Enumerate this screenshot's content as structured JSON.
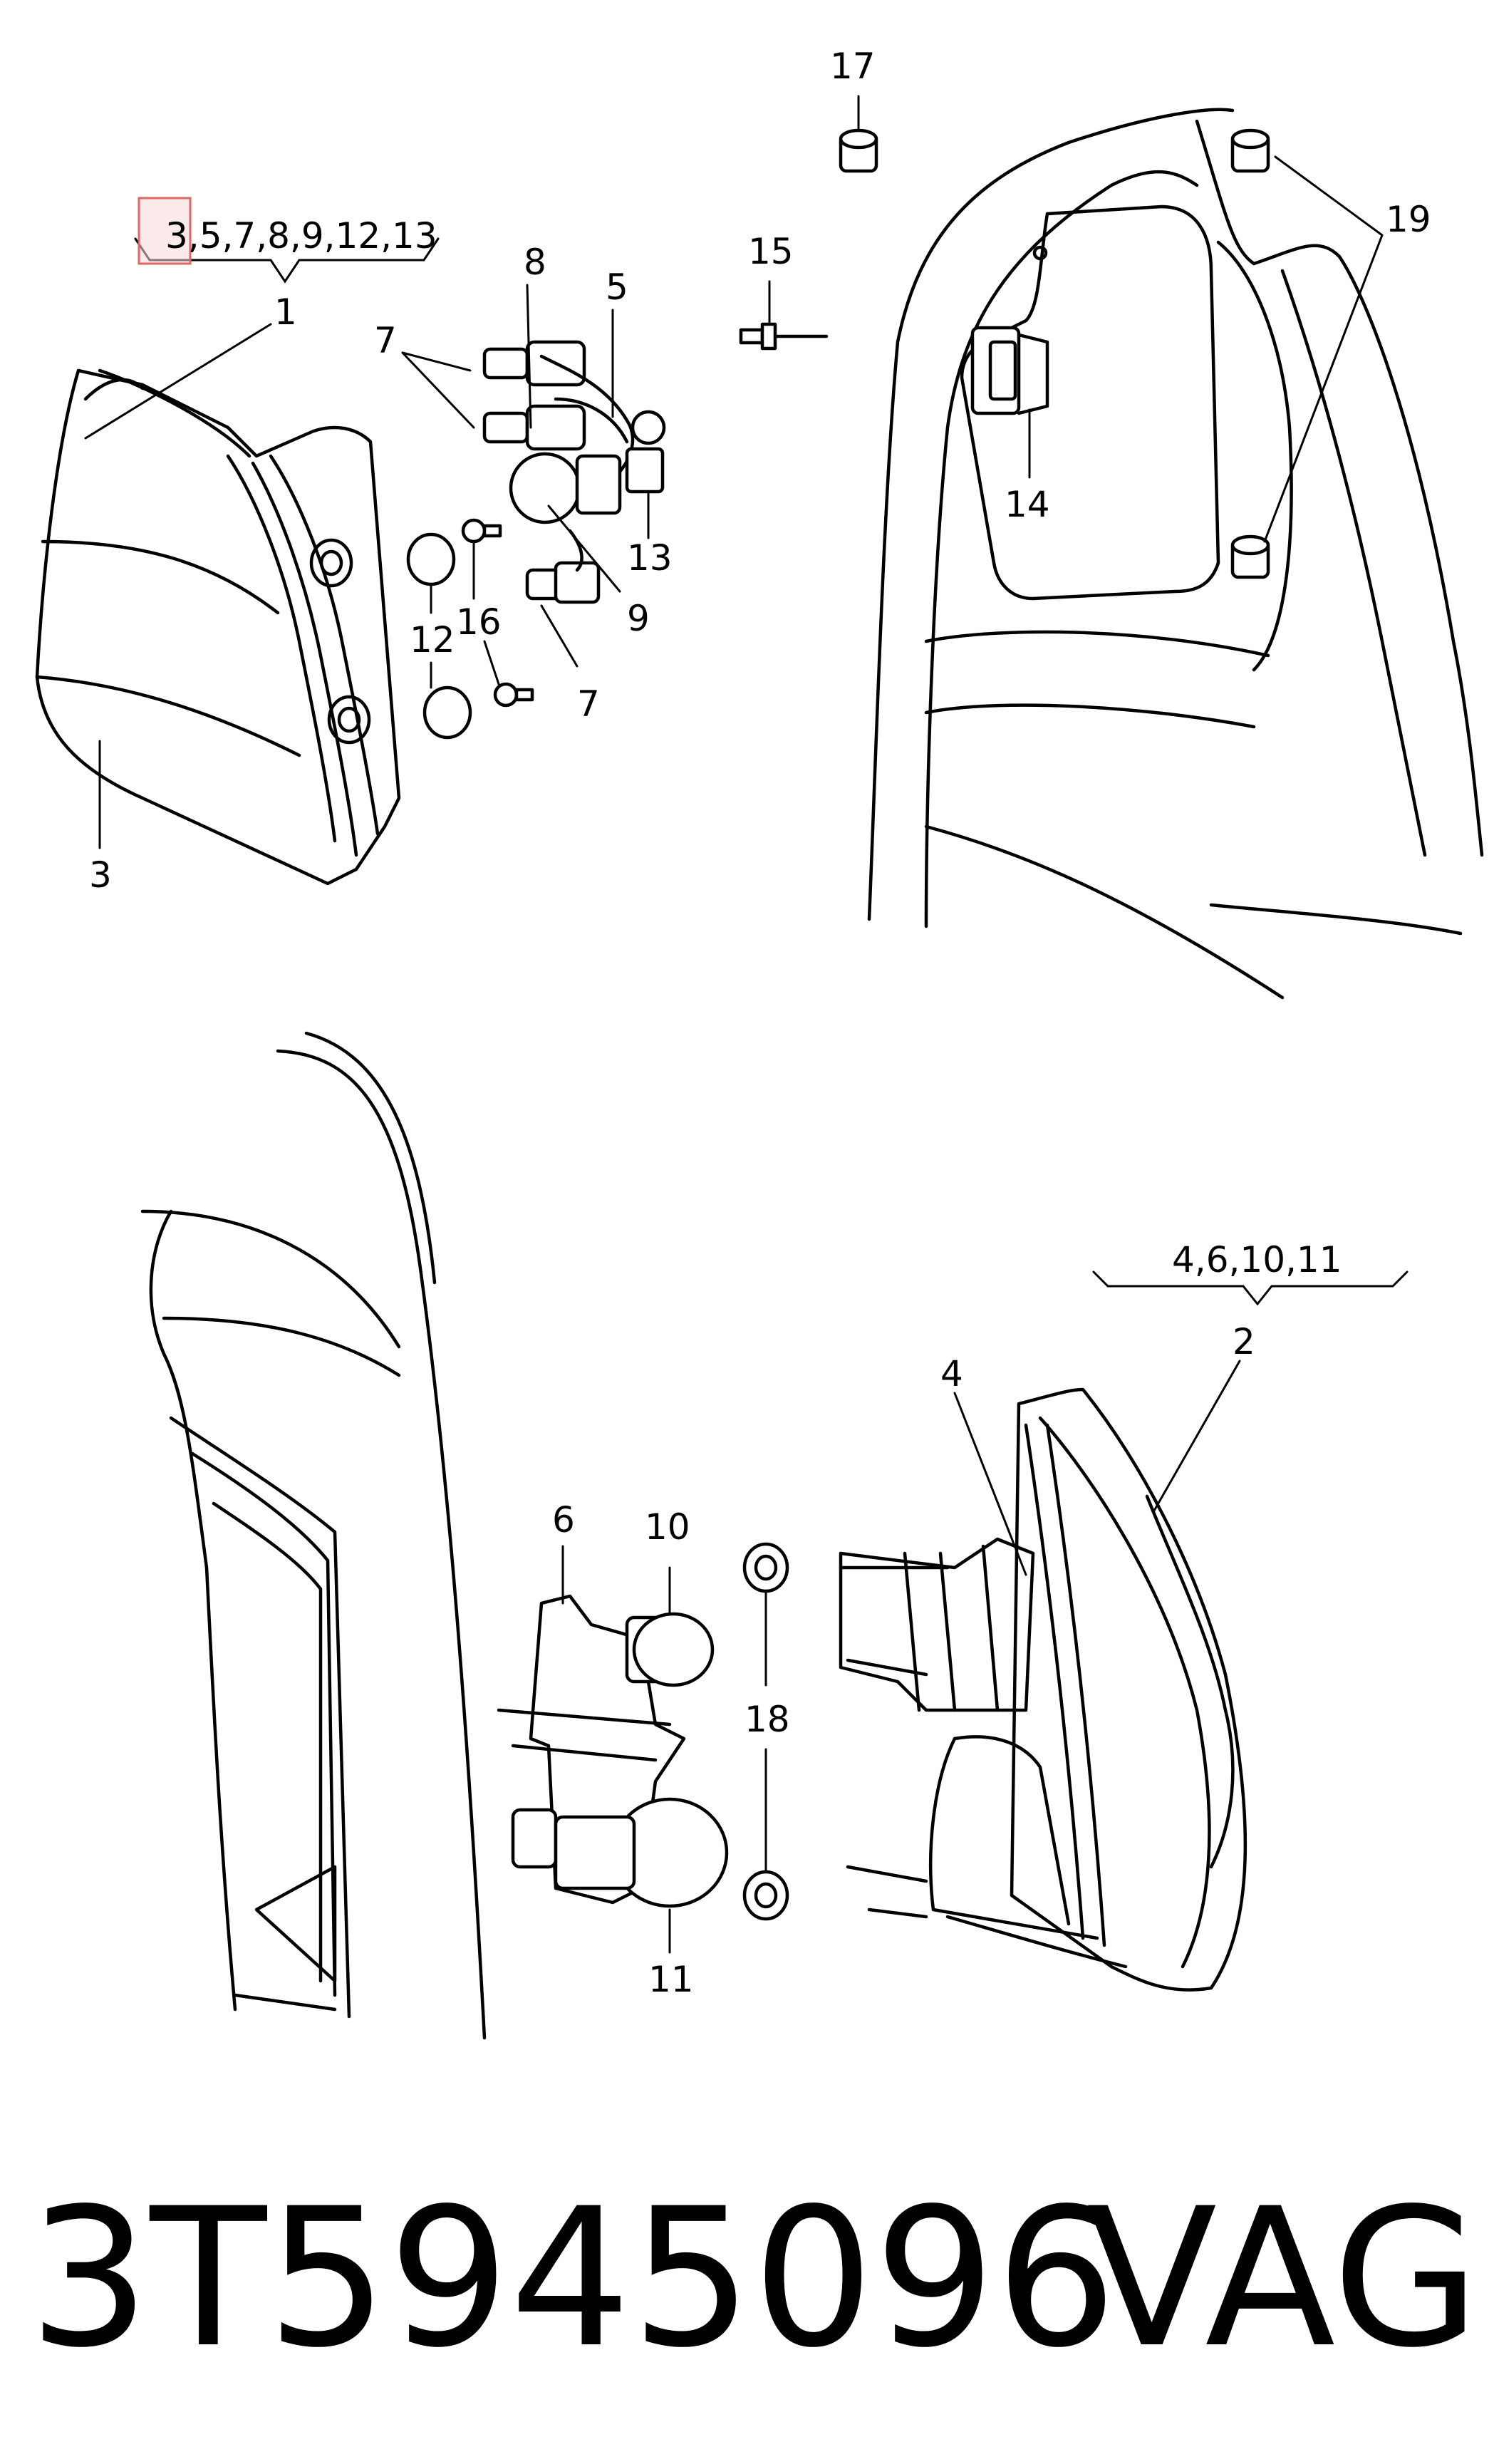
{
  "top_assembly": {
    "group_label": "3,5,7,8,9,12,13",
    "highlight_color": "#e06666",
    "parts": {
      "p1": "1",
      "p3": "3",
      "p5": "5",
      "p7a": "7",
      "p7b": "7",
      "p8": "8",
      "p9": "9",
      "p12": "12",
      "p13": "13",
      "p14": "14",
      "p15": "15",
      "p16": "16",
      "p17": "17",
      "p19": "19"
    }
  },
  "bottom_assembly": {
    "group_label": "4,6,10,11",
    "parts": {
      "p2": "2",
      "p4": "4",
      "p6": "6",
      "p10": "10",
      "p11": "11",
      "p18": "18"
    }
  },
  "footer": {
    "part_number": "3T5945096",
    "brand": "VAG"
  }
}
